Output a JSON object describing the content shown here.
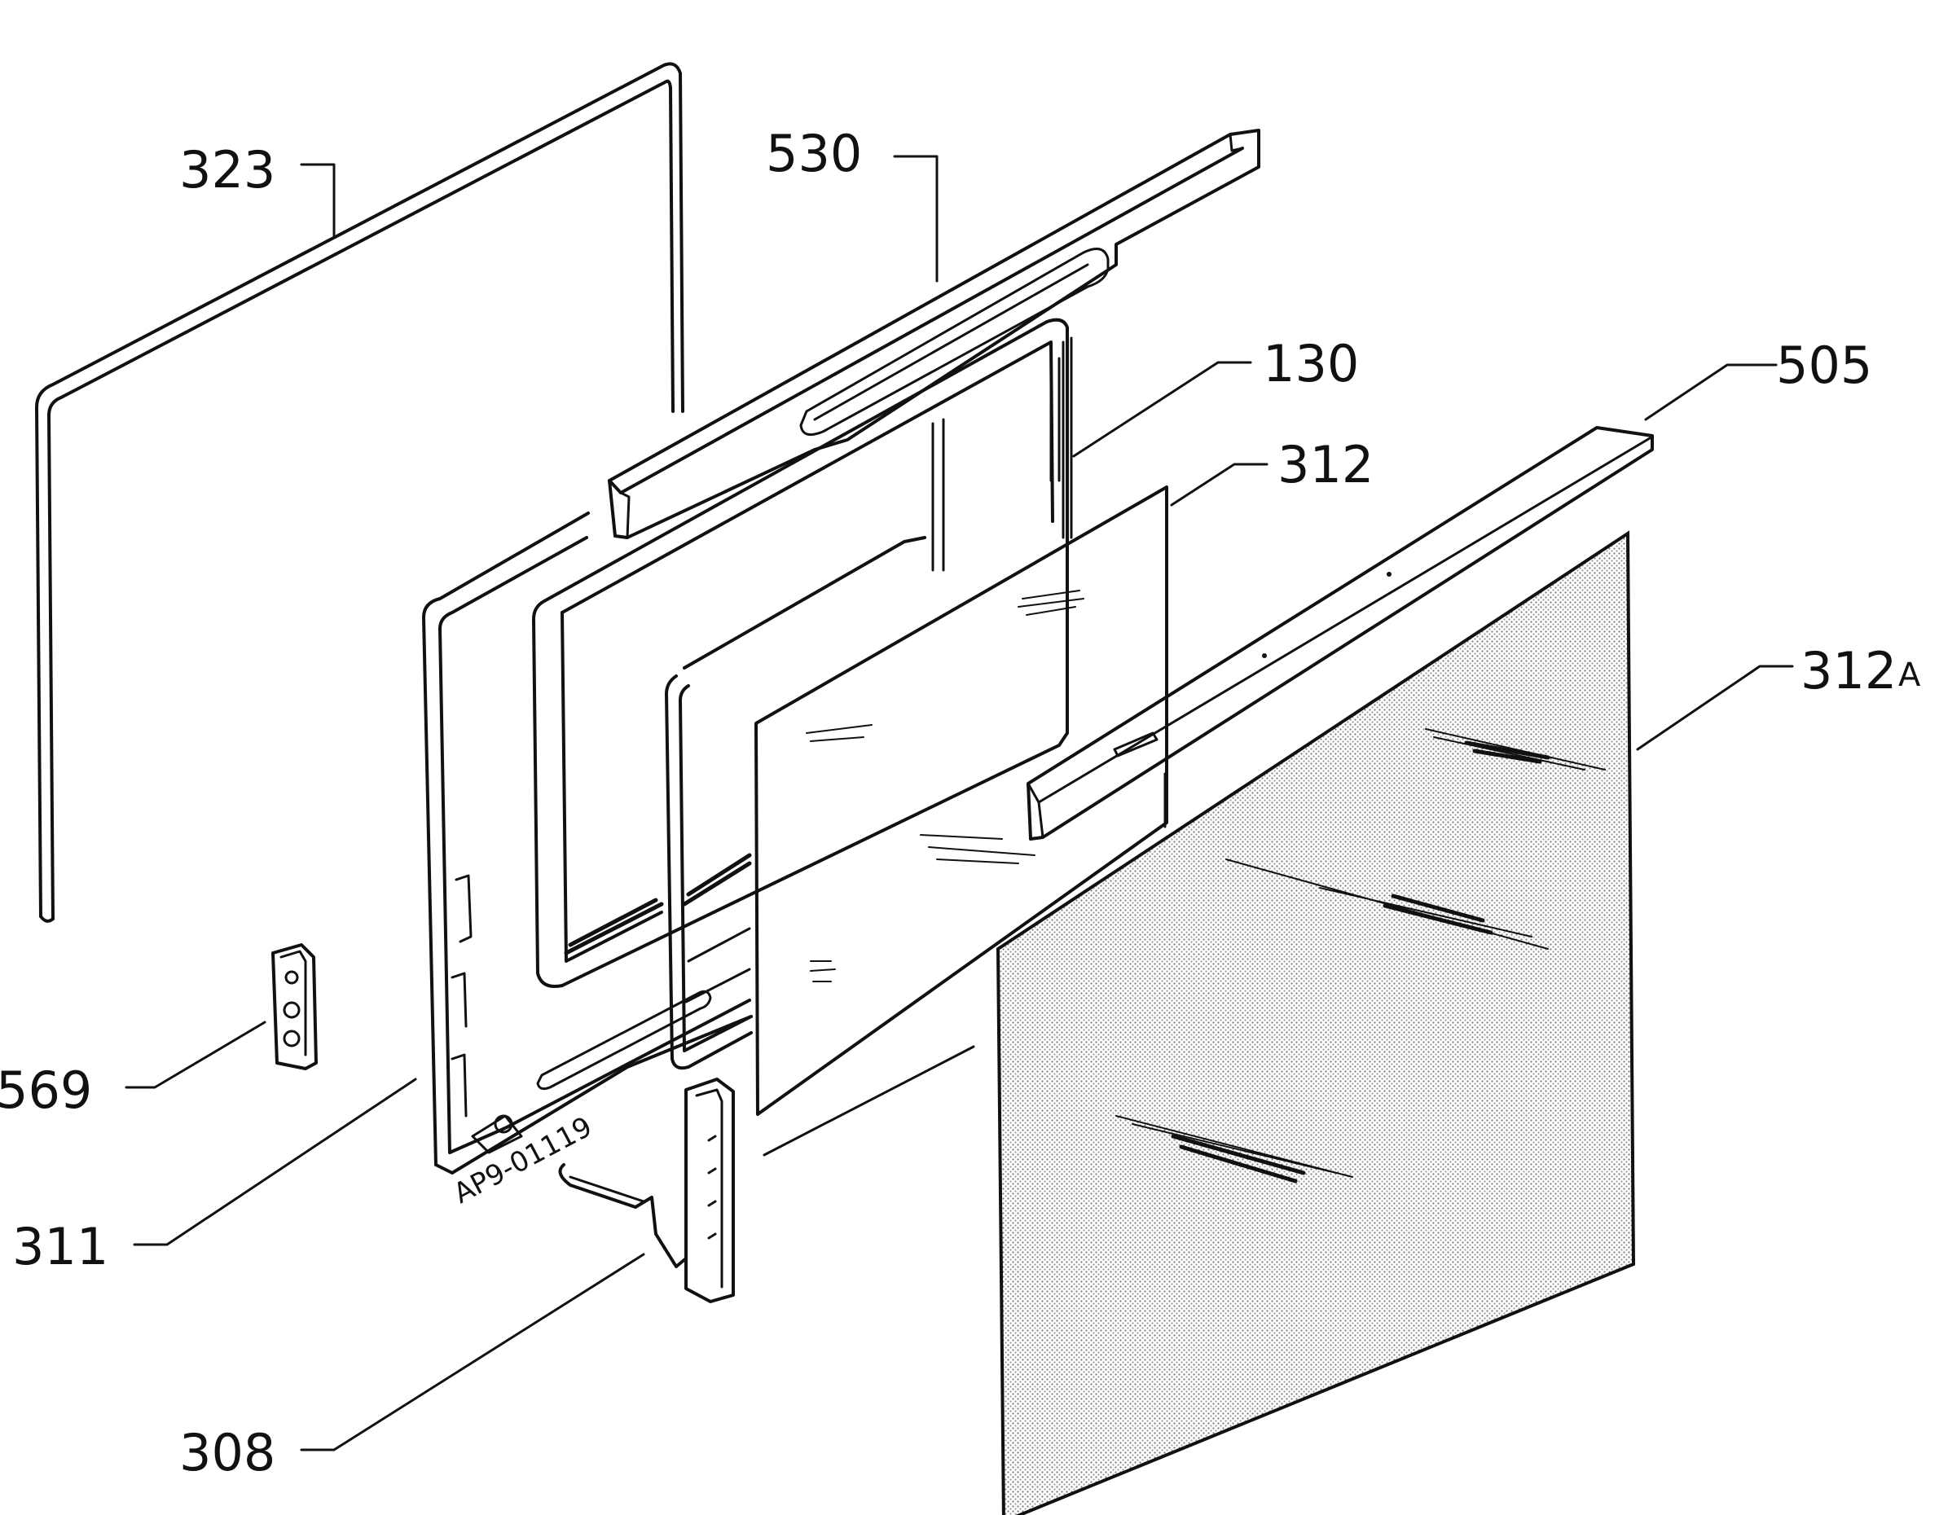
{
  "diagram": {
    "code": "AP9-01119",
    "labels": {
      "p323": "323",
      "p530": "530",
      "p130": "130",
      "p312": "312",
      "p505": "505",
      "p312a_num": "312",
      "p312a_suffix": "A",
      "p569": "569",
      "p311": "311",
      "p308": "308"
    }
  }
}
